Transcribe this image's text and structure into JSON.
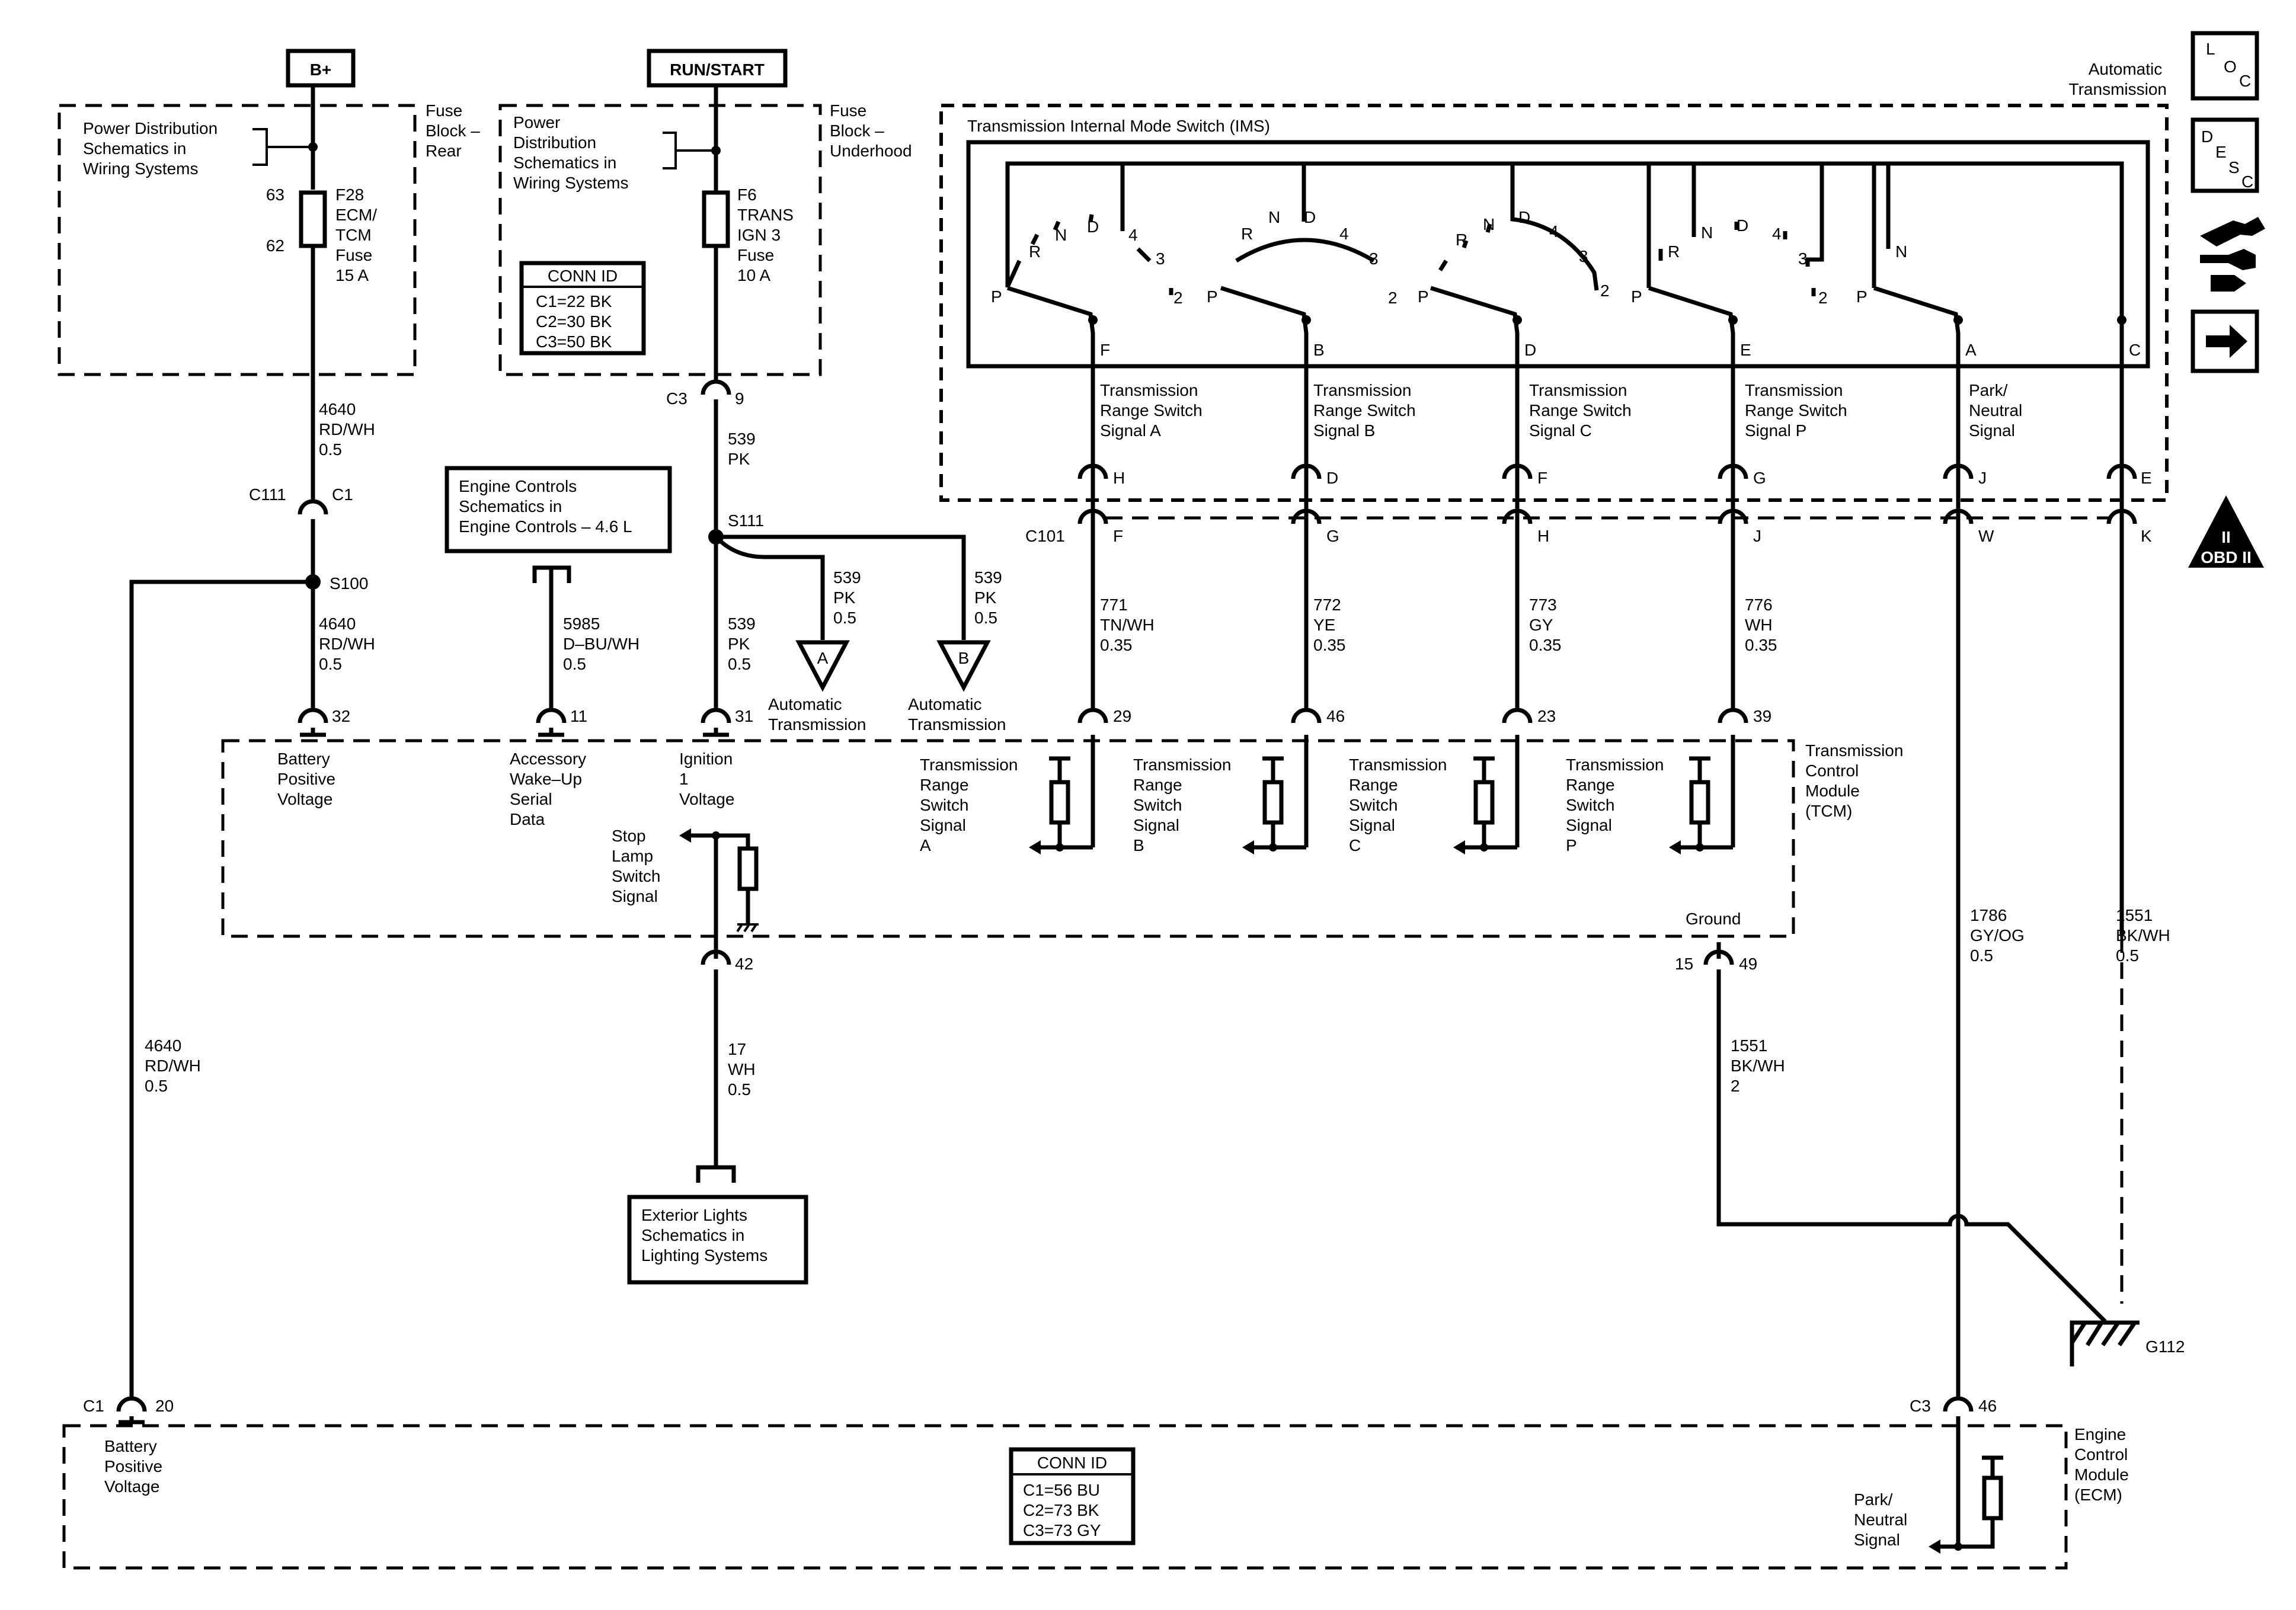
{
  "power": {
    "bplus": "B+",
    "runstart": "RUN/START"
  },
  "fuse_block_rear": {
    "title": [
      "Fuse",
      "Block –",
      "Rear"
    ],
    "ref": [
      "Power Distribution",
      "Schematics in",
      "Wiring Systems"
    ],
    "pin_top": "63",
    "pin_bottom": "62",
    "fuse": [
      "F28",
      "ECM/",
      "TCM",
      "Fuse",
      "15 A"
    ]
  },
  "fuse_block_under": {
    "title": [
      "Fuse",
      "Block –",
      "Underhood"
    ],
    "ref": [
      "Power",
      "Distribution",
      "Schematics in",
      "Wiring Systems"
    ],
    "fuse": [
      "F6",
      "TRANS",
      "IGN 3",
      "Fuse",
      "10 A"
    ],
    "conn_title": "CONN ID",
    "conn": [
      "C1=22 BK",
      "C2=30 BK",
      "C3=50 BK"
    ]
  },
  "wires": {
    "w4640_top": [
      "4640",
      "RD/WH",
      "0.5"
    ],
    "w4640_mid": [
      "4640",
      "RD/WH",
      "0.5"
    ],
    "w4640_left": [
      "4640",
      "RD/WH",
      "0.5"
    ],
    "w539_top": [
      "539",
      "PK"
    ],
    "w539_mid": [
      "539",
      "PK",
      "0.5"
    ],
    "w539_a": [
      "539",
      "PK",
      "0.5"
    ],
    "w539_b": [
      "539",
      "PK",
      "0.5"
    ],
    "w5985": [
      "5985",
      "D–BU/WH",
      "0.5"
    ],
    "w17": [
      "17",
      "WH",
      "0.5"
    ],
    "w771": [
      "771",
      "TN/WH",
      "0.35"
    ],
    "w772": [
      "772",
      "YE",
      "0.35"
    ],
    "w773": [
      "773",
      "GY",
      "0.35"
    ],
    "w776": [
      "776",
      "WH",
      "0.35"
    ],
    "w1786": [
      "1786",
      "GY/OG",
      "0.5"
    ],
    "w1551_right": [
      "1551",
      "BK/WH",
      "0.5"
    ],
    "w1551_ground": [
      "1551",
      "BK/WH",
      "2"
    ]
  },
  "connectors": {
    "c3": "C3",
    "c3_pin": "9",
    "c111": "C111",
    "c111_c": "C1",
    "s100": "S100",
    "s111": "S111",
    "c101": "C101",
    "ims_pins": [
      "H",
      "D",
      "F",
      "G",
      "J",
      "E"
    ],
    "c101_pins": [
      "F",
      "G",
      "H",
      "J",
      "W",
      "K"
    ],
    "tcm_pins": [
      "32",
      "11",
      "31",
      "29",
      "46",
      "23",
      "39",
      "42"
    ],
    "ground_pins": [
      "15",
      "49"
    ],
    "ecm_c1": "C1",
    "ecm_c1_pin": "20",
    "ecm_c3": "C3",
    "ecm_c3_pin": "46",
    "g112": "G112"
  },
  "engine_controls_ref": [
    "Engine Controls",
    "Schematics in",
    "Engine Controls – 4.6 L"
  ],
  "exterior_lights_ref": [
    "Exterior Lights",
    "Schematics in",
    "Lighting Systems"
  ],
  "auto_trans_a": {
    "letter": "A",
    "label": [
      "Automatic",
      "Transmission"
    ]
  },
  "auto_trans_b": {
    "letter": "B",
    "label": [
      "Automatic",
      "Transmission"
    ]
  },
  "ims": {
    "outer_title": [
      "Automatic",
      "Transmission"
    ],
    "title": "Transmission Internal Mode Switch (IMS)",
    "outputs": [
      "F",
      "B",
      "D",
      "E",
      "A",
      "C"
    ],
    "signals": [
      [
        "Transmission",
        "Range Switch",
        "Signal A"
      ],
      [
        "Transmission",
        "Range Switch",
        "Signal B"
      ],
      [
        "Transmission",
        "Range Switch",
        "Signal C"
      ],
      [
        "Transmission",
        "Range Switch",
        "Signal P"
      ],
      [
        "Park/",
        "Neutral",
        "Signal"
      ]
    ],
    "gear_labels": {
      "P": "P",
      "R": "R",
      "N": "N",
      "D": "D",
      "4": "4",
      "3": "3",
      "2": "2"
    }
  },
  "tcm": {
    "title": [
      "Transmission",
      "Control",
      "Module",
      "(TCM)"
    ],
    "battery": [
      "Battery",
      "Positive",
      "Voltage"
    ],
    "accessory": [
      "Accessory",
      "Wake–Up",
      "Serial",
      "Data"
    ],
    "ignition": [
      "Ignition",
      "1",
      "Voltage"
    ],
    "stop_lamp": [
      "Stop",
      "Lamp",
      "Switch",
      "Signal"
    ],
    "range_a": [
      "Transmission",
      "Range",
      "Switch",
      "Signal",
      "A"
    ],
    "range_b": [
      "Transmission",
      "Range",
      "Switch",
      "Signal",
      "B"
    ],
    "range_c": [
      "Transmission",
      "Range",
      "Switch",
      "Signal",
      "C"
    ],
    "range_p": [
      "Transmission",
      "Range",
      "Switch",
      "Signal",
      "P"
    ],
    "ground": "Ground"
  },
  "ecm": {
    "title": [
      "Engine",
      "Control",
      "Module",
      "(ECM)"
    ],
    "battery": [
      "Battery",
      "Positive",
      "Voltage"
    ],
    "conn_title": "CONN ID",
    "conn": [
      "C1=56 BU",
      "C2=73 BK",
      "C3=73 GY"
    ],
    "park_neutral": [
      "Park/",
      "Neutral",
      "Signal"
    ]
  },
  "side_icons": {
    "loc": [
      "L",
      "O",
      "C"
    ],
    "desc": [
      "D",
      "E",
      "S",
      "C"
    ],
    "obd": [
      "II",
      "OBD II"
    ]
  }
}
